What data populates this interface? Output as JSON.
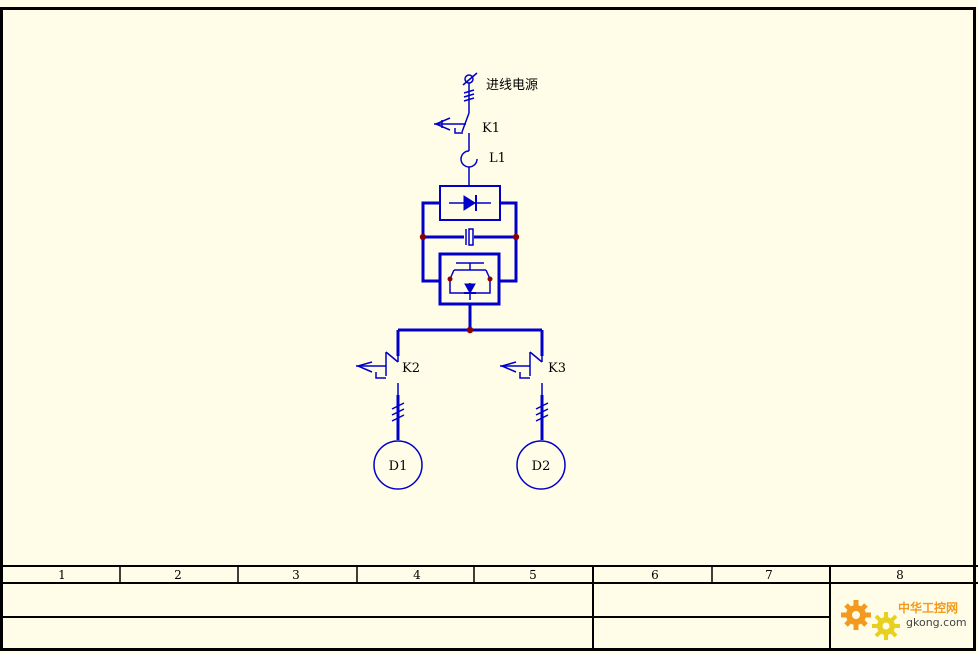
{
  "colors": {
    "paper": "#fffde8",
    "frame": "#000000",
    "wire": "#0000c8",
    "node": "#8b0000",
    "watermark_orange": "#f39a1e",
    "watermark_yellow": "#e8d020"
  },
  "labels": {
    "source": "进线电源",
    "k1": "K1",
    "l1": "L1",
    "k2": "K2",
    "k3": "K3",
    "d1": "D1",
    "d2": "D2"
  },
  "title_block": {
    "columns": [
      "1",
      "2",
      "3",
      "4",
      "5",
      "6",
      "7",
      "8"
    ]
  },
  "watermark": {
    "brand": "中华工控网",
    "domain": "gkong.com"
  }
}
